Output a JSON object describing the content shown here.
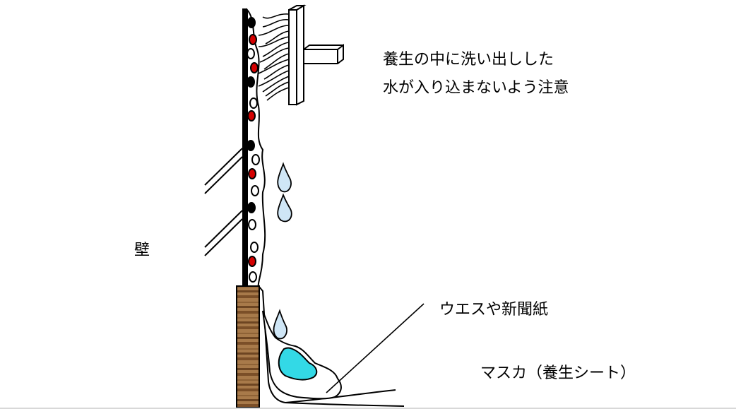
{
  "labels": {
    "caution_line1": "養生の中に洗い出しした",
    "caution_line2": "水が入り込まないよう注意",
    "wall": "壁",
    "waste_cloth": "ウエスや新聞紙",
    "masker": "マスカ（養生シート）"
  },
  "colors": {
    "outline": "#000000",
    "red_pebble": "#d40000",
    "water_drop": "#cfe6f6",
    "water_puddle": "#33d9e6",
    "wood_base": "#a87a4a",
    "wood_grain": "#7b4f28"
  },
  "icons": {
    "brush": "brush-icon",
    "drop": "water-drop-icon"
  }
}
